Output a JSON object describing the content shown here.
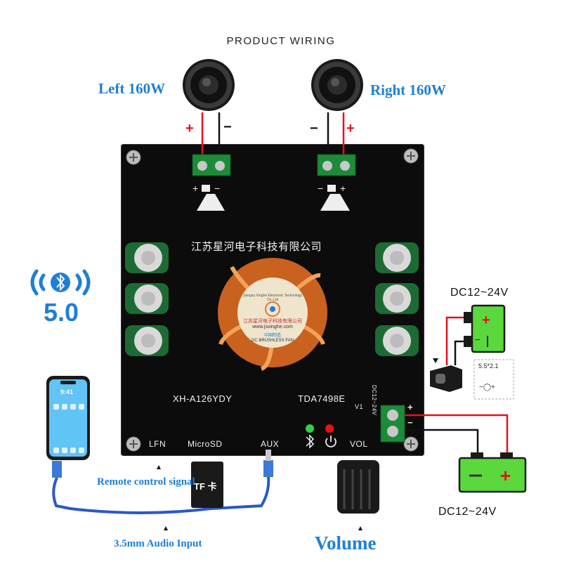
{
  "title": "PRODUCT WIRING",
  "speakers": {
    "left_label": "Left 160W",
    "right_label": "Right 160W",
    "plus": "+",
    "minus": "−"
  },
  "bluetooth": {
    "version": "5.0"
  },
  "board": {
    "company": "江苏星河电子科技有限公司",
    "model": "XH-A126YDY",
    "chip": "TDA7498E",
    "revision": "V1",
    "dc_silk": "DC12~24V",
    "fan_text": {
      "company_cn": "江苏星河电子科技有限公司",
      "url": "www.jsxinghe.com",
      "made_in": "中国制造",
      "fan_type": "DC BRUSHLESS FAN",
      "company_en": "Jiangsu Xinghe Electronic Technology Co.,Ltd"
    },
    "ports": {
      "lfn": "LFN",
      "microsd": "MicroSD",
      "aux": "AUX",
      "vol": "VOL"
    }
  },
  "power": {
    "top_label": "DC12~24V",
    "bottom_label": "DC12~24V",
    "jack_size": "5.5*2.1",
    "jack_polarity": "−◯+"
  },
  "tf_card": {
    "label": "TF 卡"
  },
  "phone": {
    "time": "9:41"
  },
  "captions": {
    "remote": "Remote control signal",
    "audio_input": "3.5mm Audio Input",
    "volume": "Volume"
  },
  "colors": {
    "accent_blue": "#1e7fd6",
    "wire_red": "#e8101a",
    "terminal_green": "#1d8c3a",
    "battery_green": "#5bd83c",
    "fan_orange": "#e07a2e"
  }
}
